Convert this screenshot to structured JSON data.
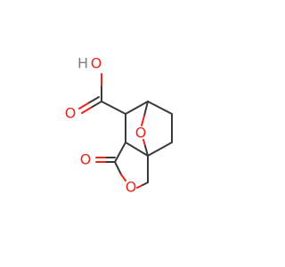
{
  "molecule": {
    "atoms": {
      "carboxyl_oh": {
        "label": "OH",
        "H": "H",
        "O": "O",
        "color": "#e8261d"
      },
      "carboxyl_o": {
        "label": "O",
        "color": "#e8261d"
      },
      "bridge_o": {
        "label": "O",
        "color": "#e8261d"
      },
      "ketone_o": {
        "label": "O",
        "color": "#e8261d"
      },
      "ring_o": {
        "label": "O",
        "color": "#e8261d"
      }
    },
    "colors": {
      "carbon_bond": "#3a3a3a",
      "oxygen": "#e8261d",
      "hydrogen_text": "#808080"
    }
  }
}
